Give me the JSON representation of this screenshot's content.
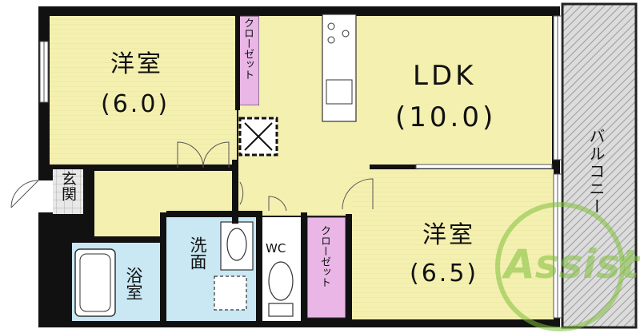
{
  "rooms": {
    "western_room_1": {
      "name": "洋室",
      "size": "(6.0)"
    },
    "ldk": {
      "name": "LDK",
      "size": "(10.0)"
    },
    "western_room_2": {
      "name": "洋室",
      "size": "(6.5)"
    },
    "entrance": "玄関",
    "washroom": "洗面",
    "bath": "浴室",
    "toilet": "WC",
    "closet_1": "クローゼット",
    "closet_2": "クローゼット",
    "balcony": "バルコニー"
  },
  "watermark": "Assist",
  "colors": {
    "room_floor": "#f4f0b0",
    "wet_area": "#c9e8f3",
    "closet": "#e9b6e6",
    "wall": "#111111",
    "balcony": "#d9d9d9",
    "watermark": "#7fbf3a"
  }
}
